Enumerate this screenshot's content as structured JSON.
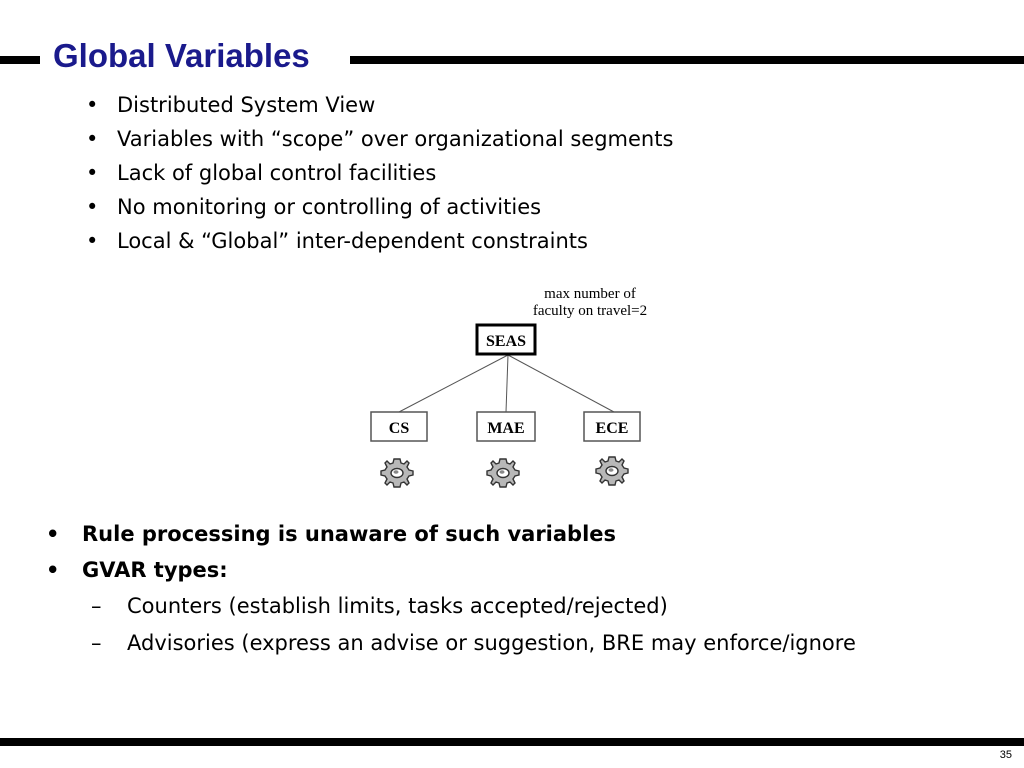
{
  "slide": {
    "title": "Global Variables",
    "page_number": "35"
  },
  "bullets_top": [
    "Distributed System View",
    "Variables with “scope” over organizational segments",
    "Lack of global control facilities",
    "No monitoring or controlling of activities",
    "Local & “Global” inter-dependent constraints"
  ],
  "diagram": {
    "annotation_line1": "max number of",
    "annotation_line2": "faculty on travel=2",
    "root": "SEAS",
    "children": [
      "CS",
      "MAE",
      "ECE"
    ]
  },
  "bullets_bottom": {
    "item1": "Rule processing is unaware of such variables",
    "item2": "GVAR types:",
    "sub1": "Counters (establish limits, tasks accepted/rejected)",
    "sub2": "Advisories (express an advise or suggestion, BRE may enforce/ignore"
  },
  "symbols": {
    "bullet": "•",
    "dash": "–"
  },
  "colors": {
    "title": "#1a1a8c"
  }
}
